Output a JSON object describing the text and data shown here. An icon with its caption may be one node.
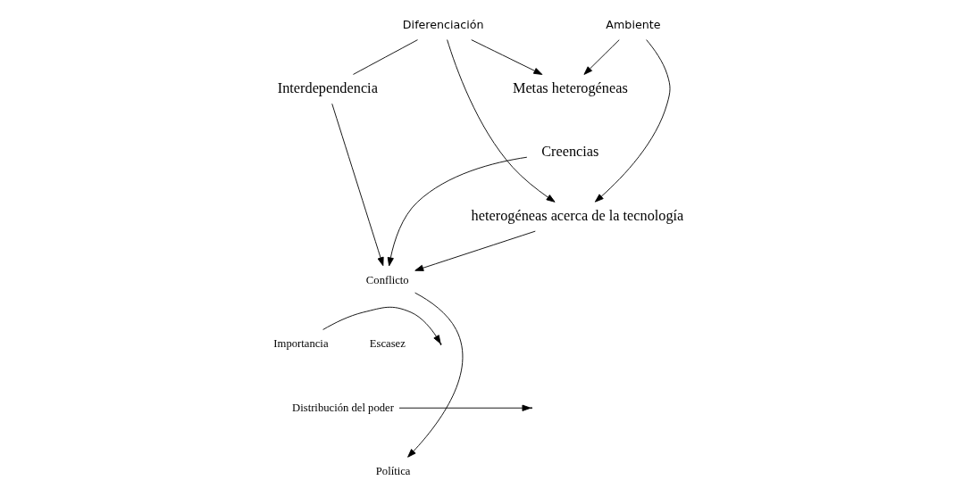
{
  "diagram": {
    "nodes": [
      {
        "text": [
          "Diferenciación"
        ]
      },
      {
        "text": [
          "Ambiente"
        ]
      },
      {
        "text": [
          "Interdependencia"
        ]
      },
      {
        "text": [
          "Metas heterogéneas"
        ]
      },
      {
        "text": [
          "Creencias"
        ]
      },
      {
        "text": [
          "heterogéneas acerca de la tecnología"
        ]
      },
      {
        "text": [
          "Conflicto"
        ]
      },
      {
        "text": [
          "Importancia"
        ]
      },
      {
        "text": [
          "Distribución del poder"
        ]
      },
      {
        "text": [
          "Política"
        ]
      }
    ],
    "edges": [
      {
        "from": 0,
        "to": 2,
        "arrow": "none"
      },
      {
        "from": 0,
        "to": 3,
        "arrow": "to"
      },
      {
        "from": 0,
        "to": 5,
        "arrow": "to"
      },
      {
        "from": 1,
        "to": 3,
        "arrow": "to"
      },
      {
        "from": 1,
        "to": 5,
        "arrow": "to"
      },
      {
        "from": 2,
        "to": 6,
        "arrow": "to"
      },
      {
        "from": 4,
        "to": 6,
        "arrow": "to"
      },
      {
        "from": 5,
        "to": 6,
        "arrow": "to"
      },
      {
        "from": 6,
        "to": 9,
        "arrow": "to"
      },
      {
        "from": 7,
        "to": null,
        "arrow": "to"
      },
      {
        "from": 8,
        "to": null,
        "arrow": "to"
      }
    ],
    "labels": [
      "Escasez"
    ]
  }
}
